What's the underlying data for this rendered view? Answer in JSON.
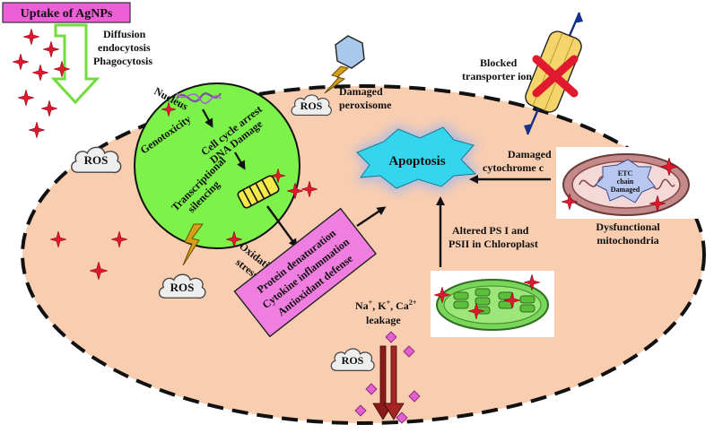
{
  "labels": {
    "uptake": "Uptake of AgNPs",
    "diffusion": "Diffusion",
    "endocytosis": "endocytosis",
    "phagocytosis": "Phagocytosis",
    "nucleus": "Nucleus",
    "genotoxicity": "Genotoxicity",
    "cell_cycle_arrest": "Cell cycle arrest",
    "dna_damage": "DNA Damage",
    "transcriptional": "Transcriptional",
    "silencing": "silencing",
    "oxidative": "Oxidative",
    "stress": "stress",
    "damaged": "Damaged",
    "peroxisome": "peroxisome",
    "blocked": "Blocked",
    "transporter_ion": "transporter ion",
    "apoptosis": "Apoptosis",
    "damaged_cytochrome_1": "Damaged",
    "damaged_cytochrome_2": "cytochrome c",
    "etc": "ETC",
    "chain": "chain",
    "etc_damaged": "Damaged",
    "dysfunctional": "Dysfunctional",
    "mitochondria": "mitochondria",
    "altered_ps_1": "Altered PS I and",
    "altered_ps_2": "PSII in Chloroplast",
    "protein_denaturation": "Protein denaturation",
    "cytokine_inflammation": "Cytokine inflammation",
    "antioxidant_defense": "Antioxidant defense",
    "leakage_ions_prefix": "Na",
    "leakage_ions_mid1": ", K",
    "leakage_ions_mid2": ", Ca",
    "leakage_ions_sup1": "+",
    "leakage_ions_sup2": "+",
    "leakage_ions_sup3": "2+",
    "leakage": "leakage",
    "ros": "ROS"
  },
  "colors": {
    "cell_fill": "#f8cdb0",
    "nucleus_fill": "#7cf24a",
    "uptake_box": "#ec5fd6",
    "apoptosis_fill": "#33d6ee",
    "stress_box": "#f07ee0",
    "star": "#e0192e",
    "lightning": "#d4a019",
    "arrow_green": "#72dd3c"
  }
}
